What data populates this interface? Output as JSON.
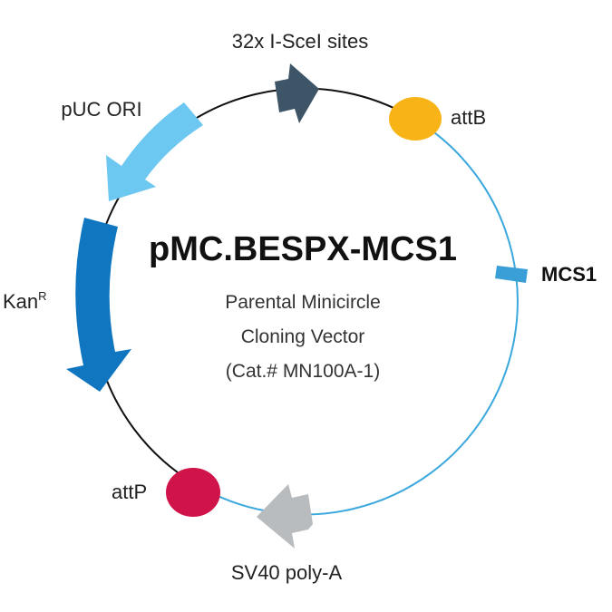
{
  "plasmid": {
    "name": "pMC.BESPX-MCS1",
    "description_lines": [
      "Parental Minicircle",
      "Cloning Vector",
      "(Cat.# MN100A-1)"
    ]
  },
  "features": {
    "isce1": {
      "label": "32x I-SceI sites",
      "color": "#3d5566"
    },
    "attb": {
      "label": "attB",
      "color": "#f8b416"
    },
    "mcs1": {
      "label": "MCS1",
      "color": "#3a9fd6"
    },
    "sv40": {
      "label": "SV40 poly-A",
      "color": "#b8bcbf"
    },
    "attp": {
      "label": "attP",
      "color": "#d0144a"
    },
    "kan": {
      "label": "Kan",
      "label_sup": "R",
      "color": "#1176c0"
    },
    "puc": {
      "label": "pUC ORI",
      "color": "#6cc8f0"
    }
  },
  "backbone": {
    "minicircle_color": "#3aa8dd",
    "parental_color": "#111111"
  }
}
